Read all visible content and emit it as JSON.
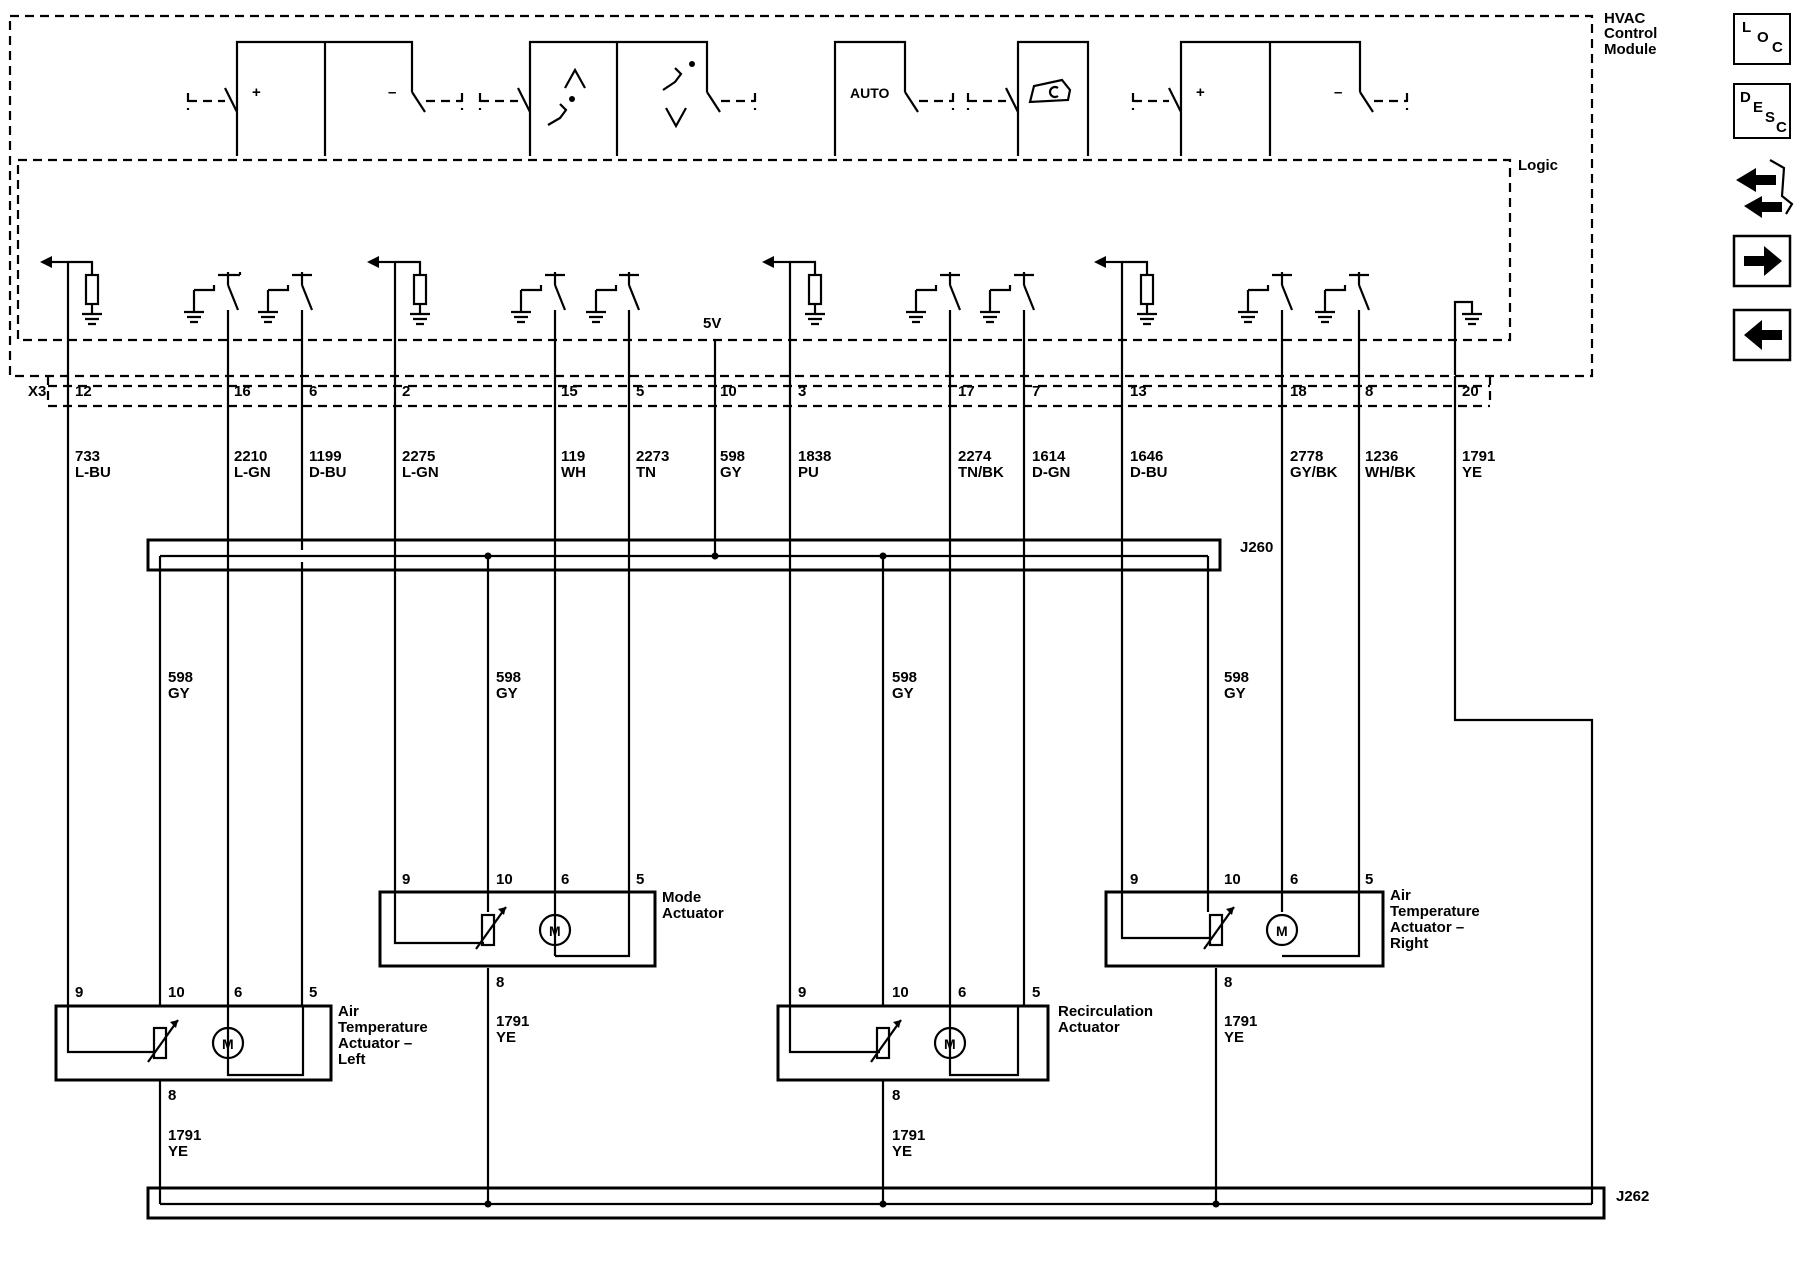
{
  "module": {
    "line1": "HVAC",
    "line2": "Control",
    "line3": "Module",
    "logic": "Logic"
  },
  "buttons": {
    "plus": "+",
    "minus": "–",
    "auto": "AUTO"
  },
  "supply": "5V",
  "connector_x3": "X3",
  "pins": [
    "12",
    "16",
    "6",
    "2",
    "15",
    "5",
    "10",
    "3",
    "17",
    "7",
    "13",
    "18",
    "8",
    "20"
  ],
  "wires": [
    {
      "circuit": "733",
      "color": "L-BU"
    },
    {
      "circuit": "2210",
      "color": "L-GN"
    },
    {
      "circuit": "1199",
      "color": "D-BU"
    },
    {
      "circuit": "2275",
      "color": "L-GN"
    },
    {
      "circuit": "119",
      "color": "WH"
    },
    {
      "circuit": "2273",
      "color": "TN"
    },
    {
      "circuit": "598",
      "color": "GY"
    },
    {
      "circuit": "1838",
      "color": "PU"
    },
    {
      "circuit": "2274",
      "color": "TN/BK"
    },
    {
      "circuit": "1614",
      "color": "D-GN"
    },
    {
      "circuit": "1646",
      "color": "D-BU"
    },
    {
      "circuit": "2778",
      "color": "GY/BK"
    },
    {
      "circuit": "1236",
      "color": "WH/BK"
    },
    {
      "circuit": "1791",
      "color": "YE"
    }
  ],
  "splices": {
    "top": "J260",
    "bottom": "J262"
  },
  "gy_wire": {
    "circuit": "598",
    "color": "GY"
  },
  "ye_wire": {
    "circuit": "1791",
    "color": "YE"
  },
  "actuator_pins": {
    "p9": "9",
    "p10": "10",
    "p6": "6",
    "p5": "5",
    "p8": "8"
  },
  "motor_label": "M",
  "actuators": {
    "left": {
      "line1": "Air",
      "line2": "Temperature",
      "line3": "Actuator –",
      "line4": "Left"
    },
    "mode": {
      "line1": "Mode",
      "line2": "Actuator"
    },
    "recirc": {
      "line1": "Recirculation",
      "line2": "Actuator"
    },
    "right": {
      "line1": "Air",
      "line2": "Temperature",
      "line3": "Actuator –",
      "line4": "Right"
    }
  },
  "nav": {
    "loc": {
      "a": "L",
      "b": "O",
      "c": "C"
    },
    "desc": {
      "a": "D",
      "b": "E",
      "c": "S",
      "d": "C"
    },
    "icons": [
      "location-icon",
      "description-icon",
      "connector-view-icon",
      "next-arrow-icon",
      "previous-arrow-icon"
    ]
  }
}
